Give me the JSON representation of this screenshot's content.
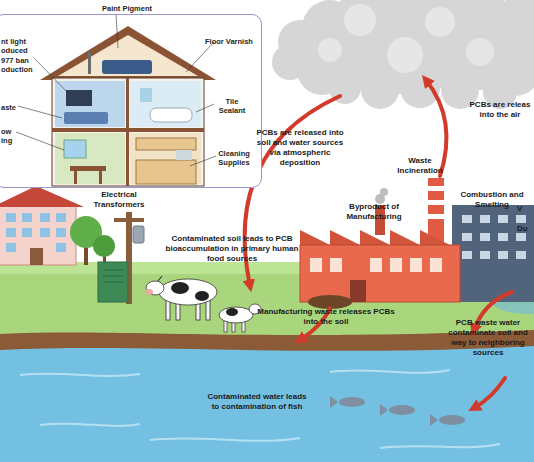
{
  "diagram": {
    "nodes": [
      {
        "text": [
          "Paint Pigment",
          "nt light oduced 977 ban oduction",
          "Floor Varnish",
          "aste",
          "Tile Sealant",
          "ow ing",
          "Cleaning Supplies"
        ]
      }
    ],
    "labels": [
      "Electrical Transformers",
      "PCBs are released into soil and water sources via atmospheric deposition",
      "PCBs are releas into the air",
      "Waste Incineration",
      "Combustion and Smelting",
      "Byproduct of Manufacturing",
      "V Du",
      "Contaminated soil leads to PCB bioaccumulation in primary human food sources",
      "Manufacturing waste releases PCBs into the soil",
      "PCB waste water contaminate soil and way to neighboring sources",
      "Contaminated water leads to contamination of fish"
    ]
  }
}
